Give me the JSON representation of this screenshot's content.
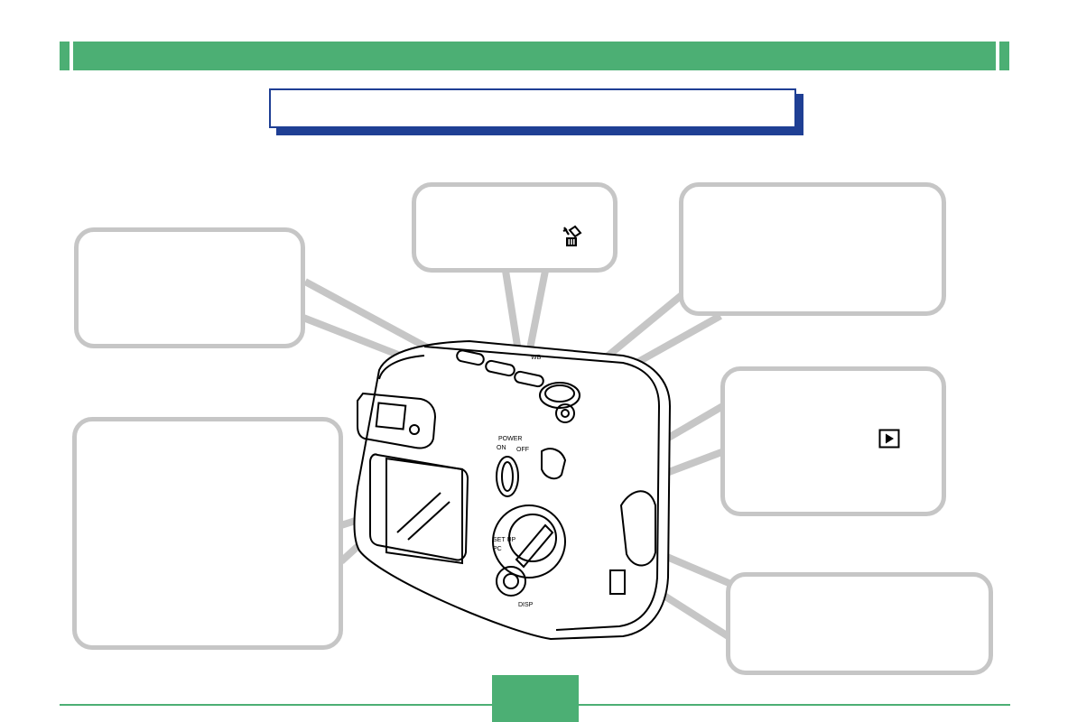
{
  "header": {
    "bar_color": "#4caf74",
    "title_text": "",
    "title_border_color": "#1f3f94"
  },
  "callouts": {
    "top_left": {
      "text": ""
    },
    "top_center": {
      "text": "",
      "icon": "delete-trash-icon"
    },
    "top_right": {
      "text": ""
    },
    "middle_left": {
      "text": ""
    },
    "middle_right": {
      "text": "",
      "icon": "play-icon"
    },
    "bottom_right": {
      "text": ""
    }
  },
  "camera_labels": {
    "power": "POWER",
    "on": "ON",
    "off": "OFF",
    "setup": "SET UP",
    "pc": "PC",
    "disp": "DISP",
    "wb": "WB"
  },
  "footer": {
    "page_number": "",
    "accent_color": "#4caf74"
  }
}
